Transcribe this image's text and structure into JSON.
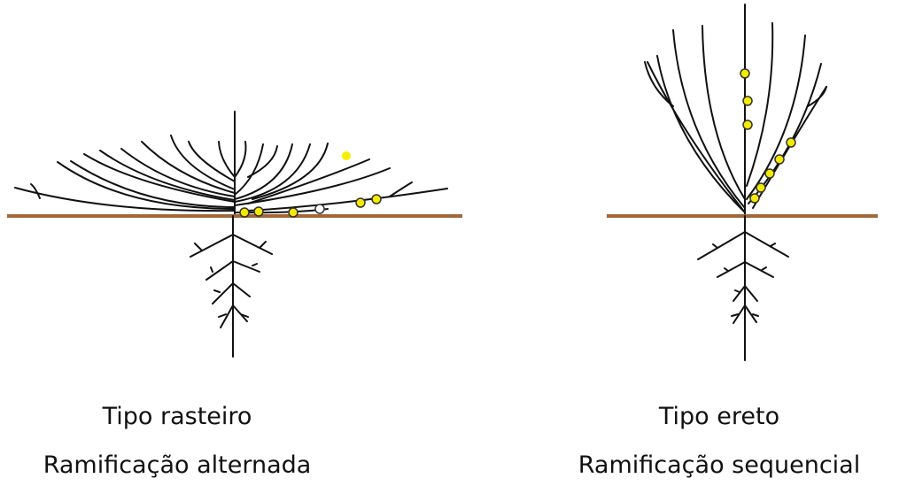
{
  "left_plant": {
    "title": "Tipo rasteiro",
    "subtitle": "Ramificação alternada"
  },
  "right_plant": {
    "title": "Tipo ereto",
    "subtitle": "Ramificação sequencial"
  },
  "colors": {
    "soil_line": "#a0683a",
    "pod": "#f2ea00",
    "branch": "#111111"
  }
}
